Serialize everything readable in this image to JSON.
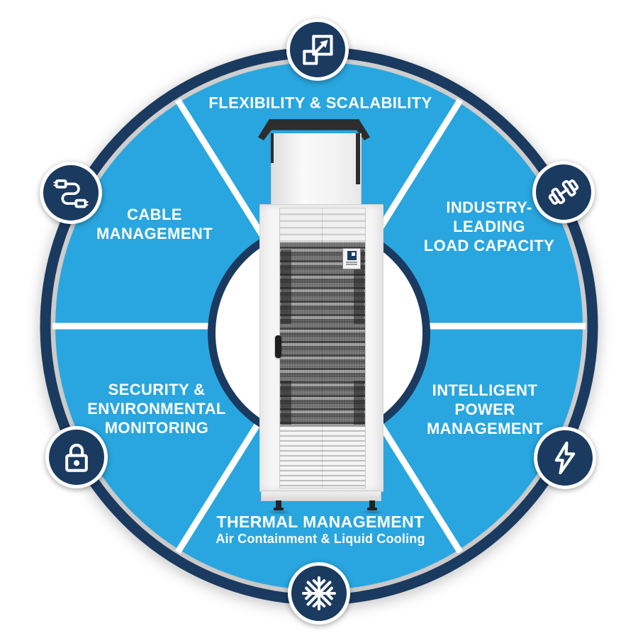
{
  "figure": {
    "type": "feature-wheel-infographic",
    "subject": "data-center server rack cabinet with exhaust chimney shown in center circle",
    "segment_count": 6
  },
  "colors": {
    "wheel_blue": "#29A6DF",
    "navy_dark": "#1B3A5F",
    "white": "#FFFFFF"
  },
  "segments": [
    {
      "id": "flexibility",
      "position": "top",
      "icon": "expand-scale-icon",
      "label": "FLEXIBILITY & SCALABILITY"
    },
    {
      "id": "load-capacity",
      "position": "upper-right",
      "icon": "dumbbell-icon",
      "label": "INDUSTRY-\nLEADING\nLOAD CAPACITY"
    },
    {
      "id": "power",
      "position": "lower-right",
      "icon": "lightning-bolt-icon",
      "label": "INTELLIGENT\nPOWER\nMANAGEMENT"
    },
    {
      "id": "thermal",
      "position": "bottom",
      "icon": "snowflake-icon",
      "label": "THERMAL MANAGEMENT",
      "sublabel": "Air Containment & Liquid Cooling"
    },
    {
      "id": "security",
      "position": "lower-left",
      "icon": "padlock-icon",
      "label": "SECURITY &\nENVIRONMENTAL\nMONITORING"
    },
    {
      "id": "cable",
      "position": "upper-left",
      "icon": "cable-icon",
      "label": "CABLE\nMANAGEMENT"
    }
  ]
}
